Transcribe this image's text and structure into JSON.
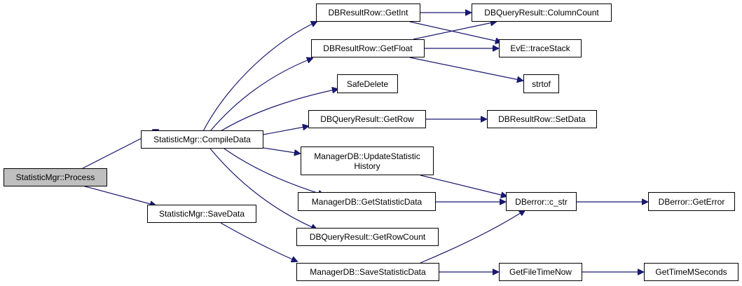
{
  "colors": {
    "edge": "#191970",
    "root_fill": "#bfbfbf",
    "node_fill": "#ffffff",
    "border": "#000000"
  },
  "nodes": {
    "process": "StatisticMgr::Process",
    "compile_data": "StatisticMgr::CompileData",
    "save_data": "StatisticMgr::SaveData",
    "get_int": "DBResultRow::GetInt",
    "get_float": "DBResultRow::GetFloat",
    "safe_delete": "SafeDelete",
    "get_row": "DBQueryResult::GetRow",
    "update_stat_history_1": "ManagerDB::UpdateStatistic",
    "update_stat_history_2": "History",
    "get_statistic_data": "ManagerDB::GetStatisticData",
    "get_row_count": "DBQueryResult::GetRowCount",
    "save_statistic_data": "ManagerDB::SaveStatisticData",
    "column_count": "DBQueryResult::ColumnCount",
    "trace_stack": "EvE::traceStack",
    "strtof": "strtof",
    "set_data": "DBResultRow::SetData",
    "c_str": "DBerror::c_str",
    "get_file_time_now": "GetFileTimeNow",
    "get_error": "DBerror::GetError",
    "get_time_m_seconds": "GetTimeMSeconds"
  }
}
